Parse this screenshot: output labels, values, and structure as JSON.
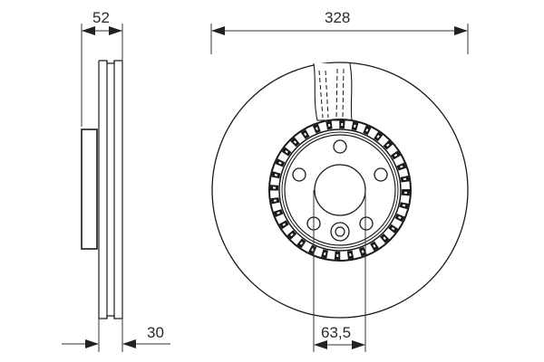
{
  "diagram": {
    "type": "technical-drawing",
    "subject": "ventilated brake disc",
    "views": [
      "side-profile",
      "front-face"
    ],
    "line_color": "#1a1a1a",
    "dim_color": "#333333",
    "background": "#ffffff"
  },
  "dimensions": {
    "thickness": "52",
    "min_thickness": "30",
    "outer_diameter": "328",
    "center_bore": "63,5"
  },
  "front_view": {
    "bolt_holes": 5,
    "center_hole": 1
  }
}
